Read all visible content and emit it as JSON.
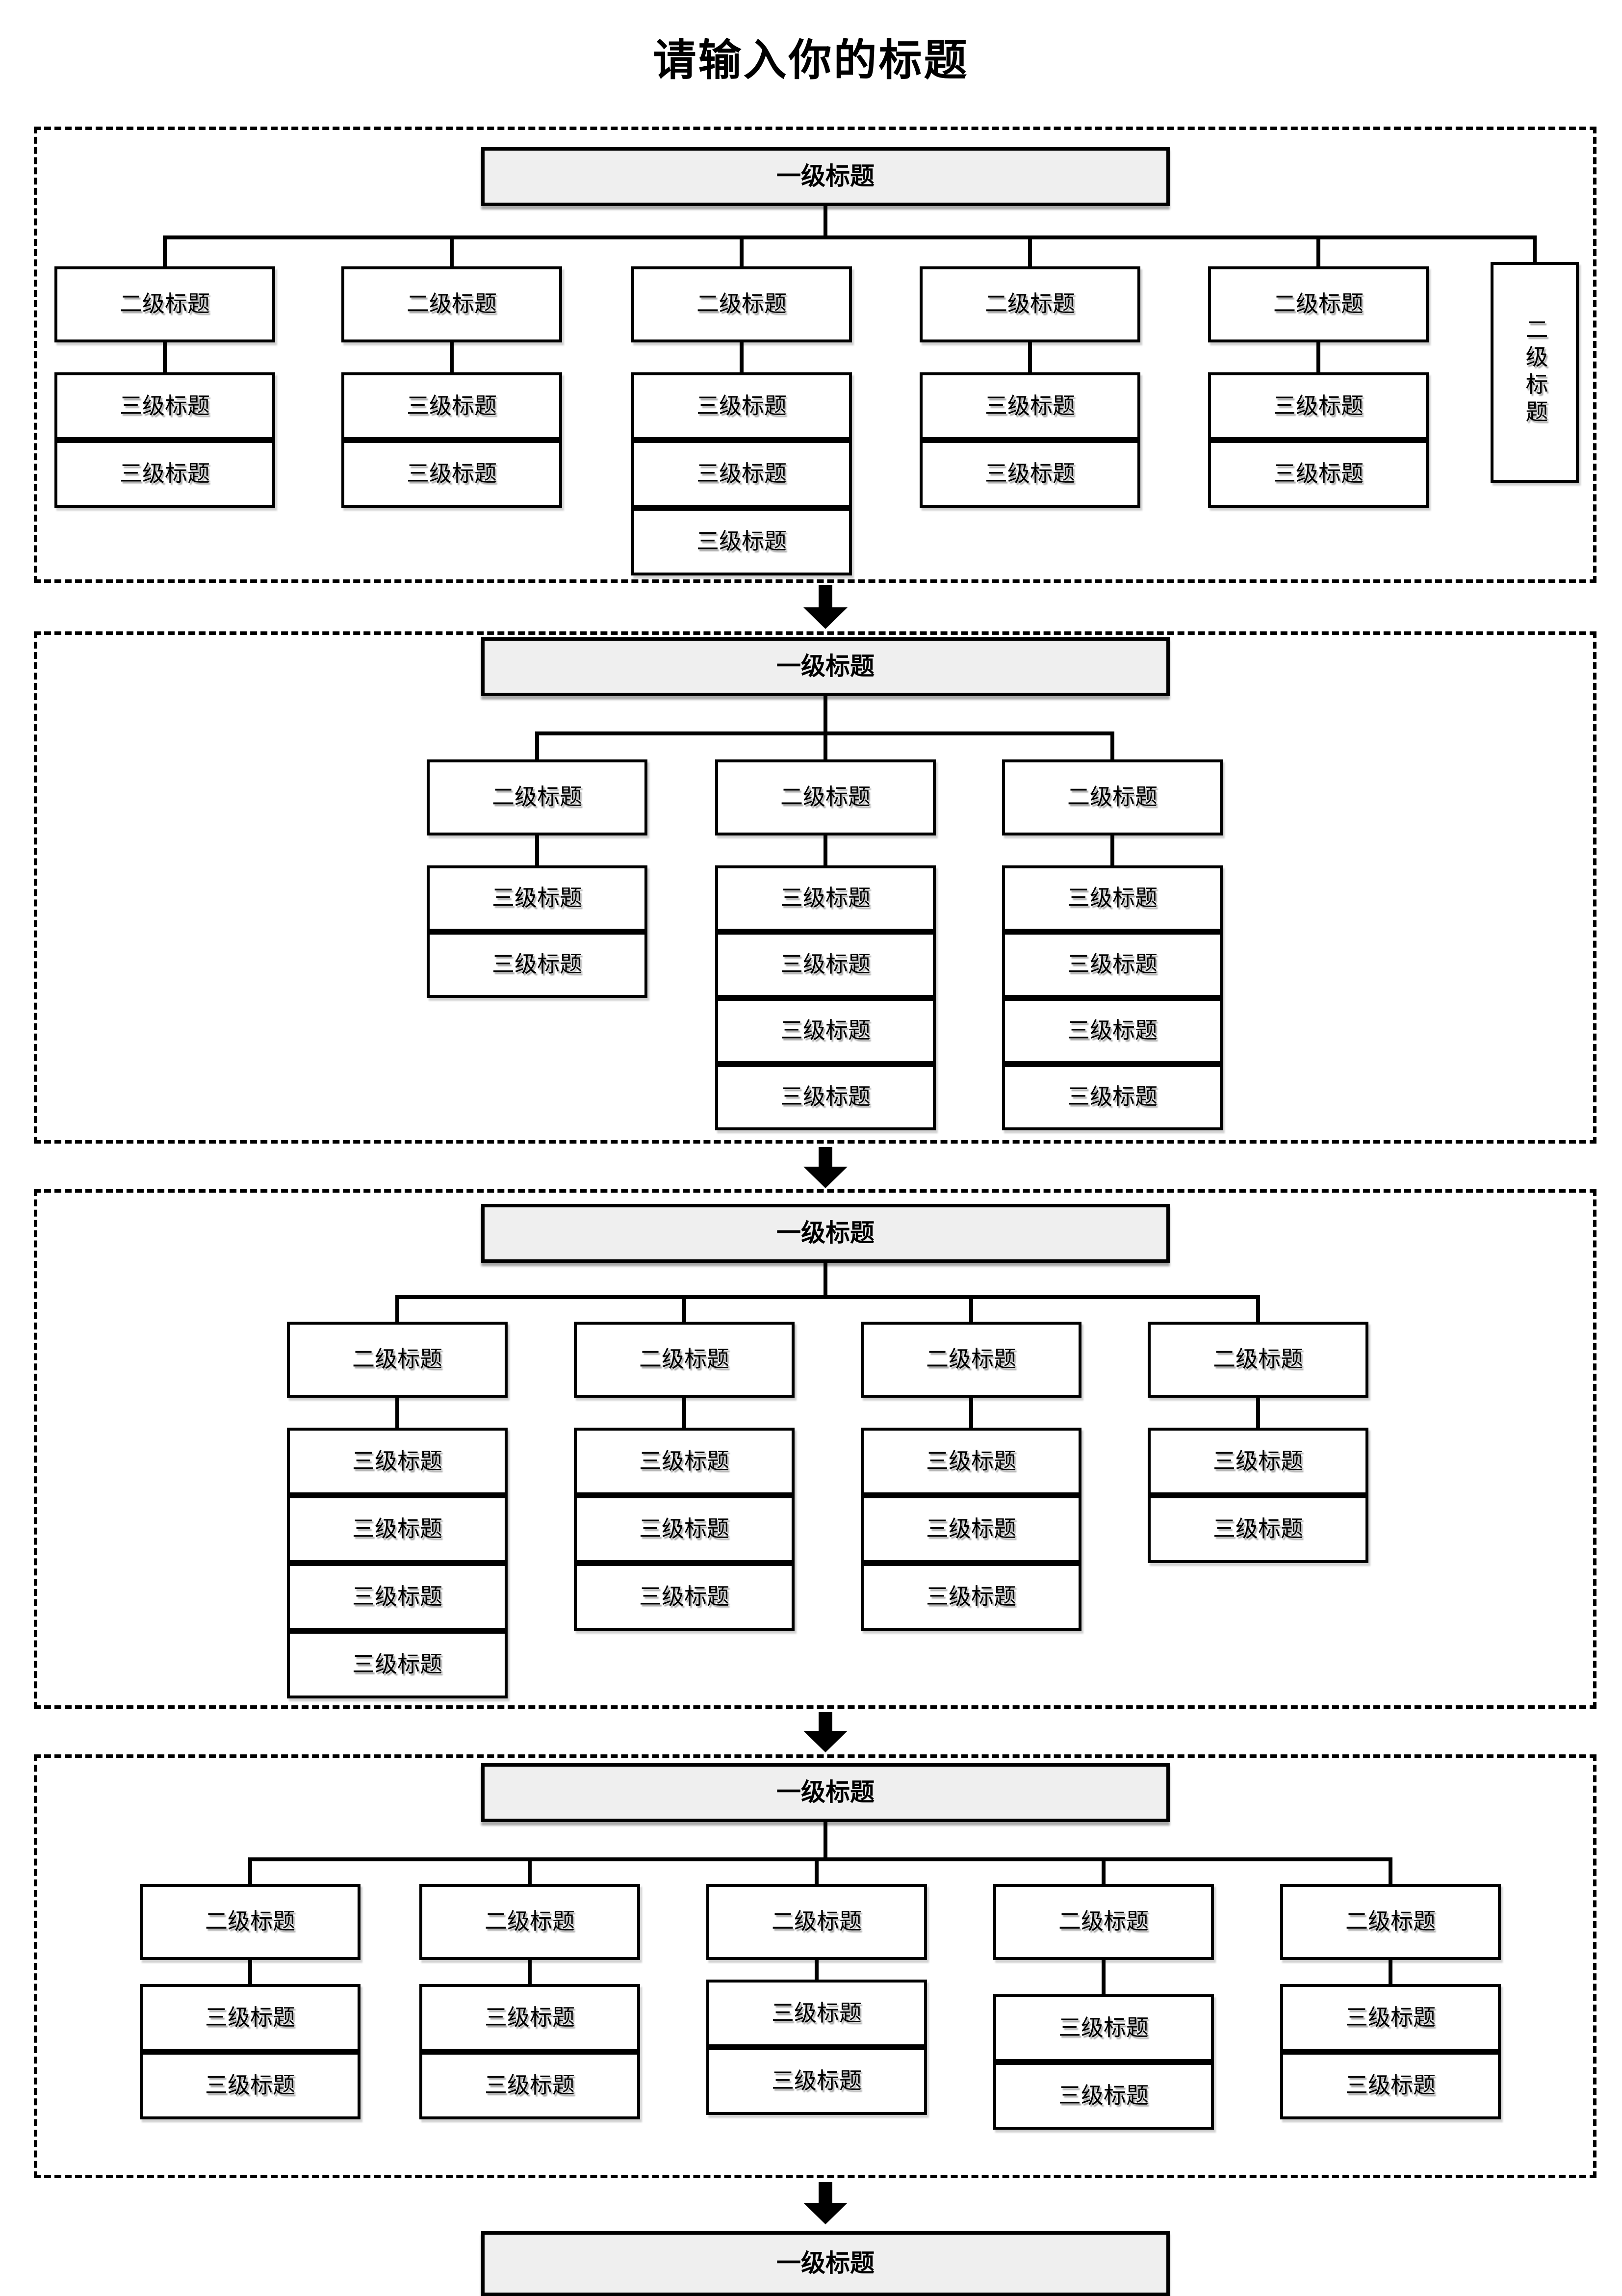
{
  "page": {
    "title": "请输入你的标题",
    "background": "#ffffff"
  },
  "colors": {
    "level1_fill": "#efefef",
    "level23_fill": "#ffffff",
    "border": "#000000",
    "connector": "#000000",
    "arrow": "#000000",
    "text": "#000000"
  },
  "sections": [
    {
      "level1": "一级标题",
      "columns": [
        {
          "level2": "二级标题",
          "level3": [
            "三级标题",
            "三级标题"
          ]
        },
        {
          "level2": "二级标题",
          "level3": [
            "三级标题",
            "三级标题"
          ]
        },
        {
          "level2": "二级标题",
          "level3": [
            "三级标题",
            "三级标题",
            "三级标题"
          ]
        },
        {
          "level2": "二级标题",
          "level3": [
            "三级标题",
            "三级标题"
          ]
        },
        {
          "level2": "二级标题",
          "level3": [
            "三级标题",
            "三级标题"
          ]
        },
        {
          "level2": "二级标题",
          "vertical": true,
          "level3": []
        }
      ]
    },
    {
      "level1": "一级标题",
      "columns": [
        {
          "level2": "二级标题",
          "level3": [
            "三级标题",
            "三级标题"
          ]
        },
        {
          "level2": "二级标题",
          "level3": [
            "三级标题",
            "三级标题",
            "三级标题",
            "三级标题"
          ]
        },
        {
          "level2": "二级标题",
          "level3": [
            "三级标题",
            "三级标题",
            "三级标题",
            "三级标题"
          ]
        }
      ]
    },
    {
      "level1": "一级标题",
      "columns": [
        {
          "level2": "二级标题",
          "level3": [
            "三级标题",
            "三级标题",
            "三级标题",
            "三级标题"
          ]
        },
        {
          "level2": "二级标题",
          "level3": [
            "三级标题",
            "三级标题",
            "三级标题"
          ]
        },
        {
          "level2": "二级标题",
          "level3": [
            "三级标题",
            "三级标题",
            "三级标题"
          ]
        },
        {
          "level2": "二级标题",
          "level3": [
            "三级标题",
            "三级标题"
          ]
        }
      ]
    },
    {
      "level1": "一级标题",
      "columns": [
        {
          "level2": "二级标题",
          "level3": [
            "三级标题",
            "三级标题"
          ]
        },
        {
          "level2": "二级标题",
          "level3": [
            "三级标题",
            "三级标题"
          ]
        },
        {
          "level2": "二级标题",
          "level3": [
            "三级标题",
            "三级标题"
          ]
        },
        {
          "level2": "二级标题",
          "level3": [
            "三级标题",
            "三级标题"
          ]
        },
        {
          "level2": "二级标题",
          "level3": [
            "三级标题",
            "三级标题"
          ]
        }
      ]
    }
  ],
  "footer": {
    "level1": "一级标题"
  }
}
